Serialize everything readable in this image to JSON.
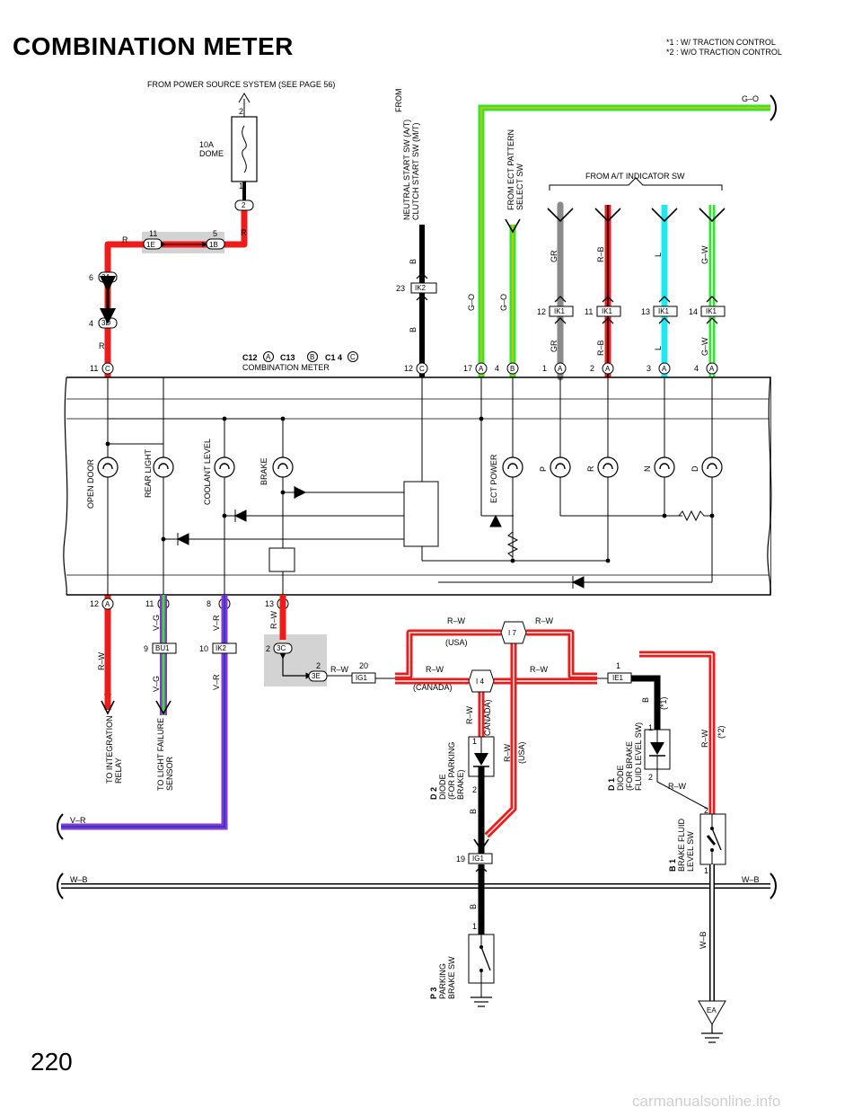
{
  "title": "COMBINATION METER",
  "notes": [
    "*1 :  W/ TRACTION CONTROL",
    "*2 :  W/O TRACTION CONTROL"
  ],
  "page_number": "220",
  "watermark": "carmanualsonline.info",
  "power_source": "FROM POWER SOURCE SYSTEM (SEE PAGE 56)",
  "fuse": {
    "amp": "10A",
    "name": "DOME",
    "pin_in": "2",
    "pin_out": "1",
    "connector": "2"
  },
  "junction_1e_1b": {
    "left": "1E",
    "left_pin": "11",
    "right": "1B",
    "right_pin": "5"
  },
  "junction_3a_3d": {
    "top": "3A",
    "top_pin": "6",
    "bottom": "3D",
    "bottom_pin": "4"
  },
  "meter_connectors": {
    "c12": "C12",
    "c13": "C13",
    "c14": "C1 4",
    "a": "A",
    "b": "B",
    "c": "C",
    "name": "COMBINATION METER"
  },
  "from_neutral": {
    "l1": "FROM",
    "l2": "NEUTRAL START SW (A/T)",
    "l3": "CLUTCH START SW (M/T)"
  },
  "from_ect": {
    "l1": "FROM ECT PATTERN",
    "l2": "SELECT SW"
  },
  "from_at": "FROM A/T INDICATOR SW",
  "wires": {
    "r": "R",
    "b": "B",
    "go": "G–O",
    "gr": "GR",
    "rb": "R–B",
    "l": "L",
    "gw": "G–W",
    "rw": "R–W",
    "vg": "V–G",
    "vr": "V–R",
    "wb": "W–B"
  },
  "top_pins": [
    {
      "pin": "11",
      "conn": "C"
    },
    {
      "pin": "12",
      "conn": "C"
    },
    {
      "pin": "17",
      "conn": "A"
    },
    {
      "pin": "4",
      "conn": "B"
    },
    {
      "pin": "1",
      "conn": "A"
    },
    {
      "pin": "2",
      "conn": "A"
    },
    {
      "pin": "3",
      "conn": "A"
    },
    {
      "pin": "4",
      "conn": "A"
    }
  ],
  "bottom_pins": [
    {
      "pin": "12",
      "conn": "A"
    },
    {
      "pin": "11",
      "conn": "B"
    },
    {
      "pin": "8",
      "conn": "B"
    },
    {
      "pin": "13",
      "conn": "A"
    }
  ],
  "ik_connectors": [
    {
      "pin": "23",
      "name": "IK2"
    },
    {
      "pin": "12",
      "name": "IK1"
    },
    {
      "pin": "11",
      "name": "IK1"
    },
    {
      "pin": "13",
      "name": "IK1"
    },
    {
      "pin": "14",
      "name": "IK1"
    }
  ],
  "lamps": {
    "open_door": "OPEN DOOR",
    "rear_light": "REAR LIGHT",
    "coolant": "COOLANT LEVEL",
    "brake": "BRAKE",
    "ect_power": "ECT POWER",
    "p": "P",
    "r": "R",
    "n": "N",
    "d": "D"
  },
  "lower_connectors": {
    "bu1": {
      "pin": "9",
      "name": "BU1"
    },
    "ik2": {
      "pin": "10",
      "name": "IK2"
    },
    "c3": {
      "pin": "2",
      "name": "3C"
    },
    "e3": {
      "pin": "2",
      "name": "3E"
    },
    "ig1a": {
      "pin": "20",
      "name": "IG1"
    },
    "ie1": {
      "pin": "1",
      "name": "IE1"
    },
    "ig1b": {
      "pin": "19",
      "name": "IG1"
    }
  },
  "splices": {
    "i7": "I 7",
    "i4": "I 4"
  },
  "region": {
    "usa": "(USA)",
    "canada": "(CANADA)",
    "n1": "(*1)",
    "n2": "(*2)"
  },
  "to_integration": {
    "l1": "TO INTEGRATION",
    "l2": "RELAY"
  },
  "to_light_failure": {
    "l1": "TO LIGHT FAILURE",
    "l2": "SENSOR"
  },
  "d2": {
    "code": "D 2",
    "l1": "DIODE",
    "l2": "(FOR PARKING",
    "l3": "BRAKE)",
    "pin1": "1",
    "pin2": "2"
  },
  "d1": {
    "code": "D 1",
    "l1": "DIODE",
    "l2": "(FOR BRAKE",
    "l3": "FLUID LEVEL SW)",
    "pin1": "1",
    "pin2": "2"
  },
  "b1": {
    "code": "B 1",
    "l1": "BRAKE FLUID",
    "l2": "LEVEL SW",
    "pin2": "2",
    "pin1": "1"
  },
  "p3": {
    "code": "P 3",
    "l1": "PARKING",
    "l2": "BRAKE SW",
    "pin1": "1"
  },
  "ground": "EA",
  "colors": {
    "red": "#ee1b1b",
    "green": "#2ee82e",
    "gray": "#8a8a8a",
    "cyan": "#20e8f0",
    "blue": "#2b3dd8",
    "purple": "#8a36c8",
    "black": "#000000",
    "shade": "#d3d3d3"
  }
}
